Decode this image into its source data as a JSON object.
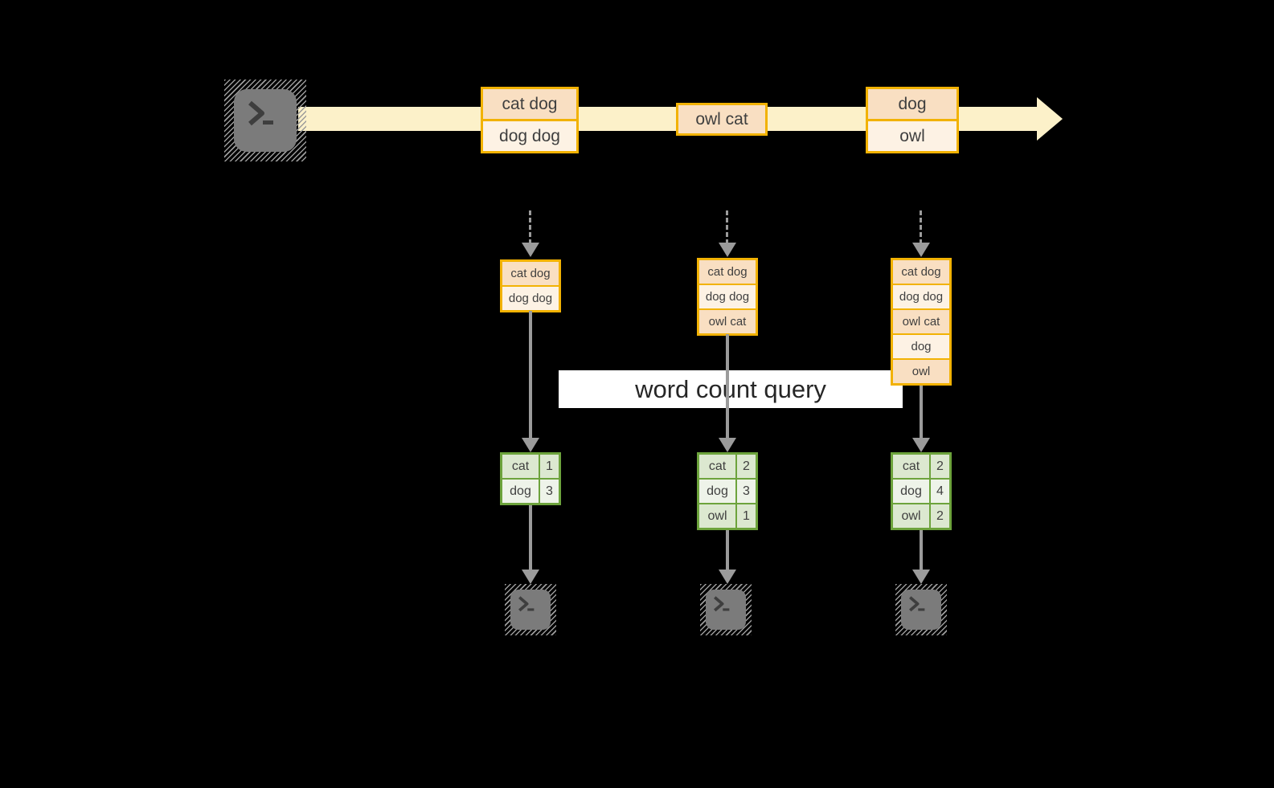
{
  "diagram": {
    "query_label": "word count query",
    "stream": {
      "source": "terminal-input",
      "messages": [
        {
          "lines": [
            "cat dog",
            "dog dog"
          ]
        },
        {
          "lines": [
            "owl cat"
          ]
        },
        {
          "lines": [
            "dog",
            "owl"
          ]
        }
      ]
    },
    "snapshots": [
      {
        "buffer": [
          "cat dog",
          "dog dog"
        ],
        "counts": [
          {
            "word": "cat",
            "count": "1"
          },
          {
            "word": "dog",
            "count": "3"
          }
        ]
      },
      {
        "buffer": [
          "cat dog",
          "dog dog",
          "owl cat"
        ],
        "counts": [
          {
            "word": "cat",
            "count": "2"
          },
          {
            "word": "dog",
            "count": "3"
          },
          {
            "word": "owl",
            "count": "1"
          }
        ]
      },
      {
        "buffer": [
          "cat dog",
          "dog dog",
          "owl cat",
          "dog",
          "owl"
        ],
        "counts": [
          {
            "word": "cat",
            "count": "2"
          },
          {
            "word": "dog",
            "count": "4"
          },
          {
            "word": "owl",
            "count": "2"
          }
        ]
      }
    ],
    "colors": {
      "background": "#000000",
      "stream_band": "#FCF1C9",
      "box_border": "#F2B203",
      "box_fill_dark": "#F9DFC2",
      "box_fill_light": "#FDF2E4",
      "table_border": "#6DA33C",
      "table_fill_dark": "#DCE8D0",
      "table_fill_light": "#EEF3E9",
      "connector_gray": "#9B9B9B",
      "label_background": "#FFFFFF",
      "text": "#3F3F3F"
    }
  }
}
